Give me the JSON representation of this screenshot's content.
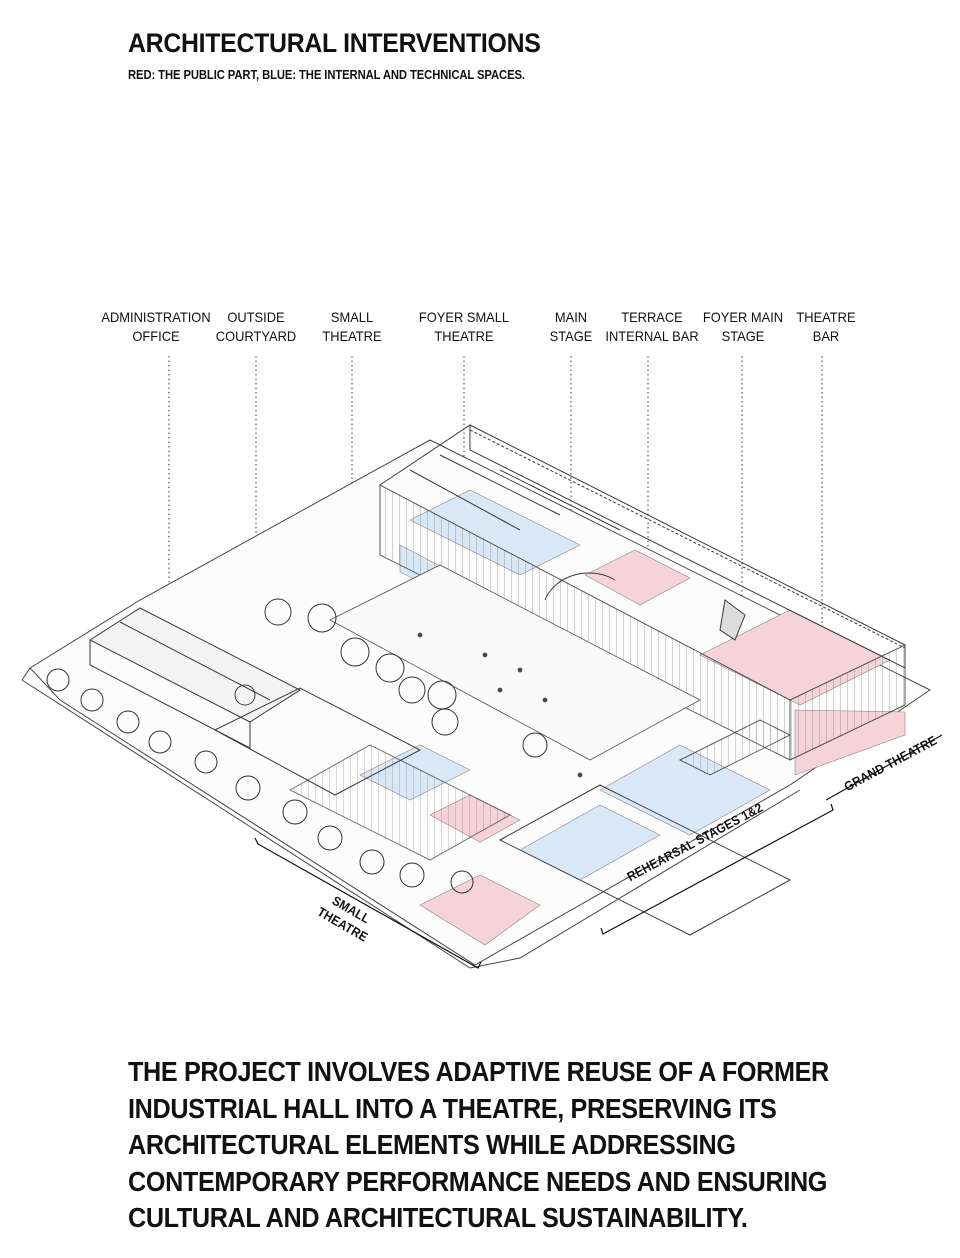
{
  "header": {
    "title": "ARCHITECTURAL INTERVENTIONS",
    "subtitle": "RED: THE PUBLIC PART, BLUE: THE INTERNAL AND TECHNICAL SPACES."
  },
  "colors": {
    "public": "#f6d3d8",
    "internal": "#d9e8f6",
    "line": "#3a3a3a"
  },
  "callouts": [
    {
      "line1": "ADMINISTRATION",
      "line2": "OFFICE"
    },
    {
      "line1": "OUTSIDE",
      "line2": "COURTYARD"
    },
    {
      "line1": "SMALL",
      "line2": "THEATRE"
    },
    {
      "line1": "FOYER SMALL",
      "line2": "THEATRE"
    },
    {
      "line1": "MAIN",
      "line2": "STAGE"
    },
    {
      "line1": "TERRACE",
      "line2": "INTERNAL BAR"
    },
    {
      "line1": "FOYER MAIN",
      "line2": "STAGE"
    },
    {
      "line1": "THEATRE",
      "line2": "BAR"
    }
  ],
  "sections": {
    "small_theatre": {
      "line1": "SMALL",
      "line2": "THEATRE"
    },
    "rehearsal": "REHEARSAL STAGES 1&2",
    "grand_theatre": "GRAND THEATRE"
  },
  "description": [
    "THE PROJECT INVOLVES ADAPTIVE REUSE OF A FORMER",
    "INDUSTRIAL HALL INTO A THEATRE, PRESERVING ITS",
    "ARCHITECTURAL ELEMENTS WHILE ADDRESSING",
    "CONTEMPORARY PERFORMANCE NEEDS AND ENSURING",
    "CULTURAL AND ARCHITECTURAL SUSTAINABILITY."
  ]
}
